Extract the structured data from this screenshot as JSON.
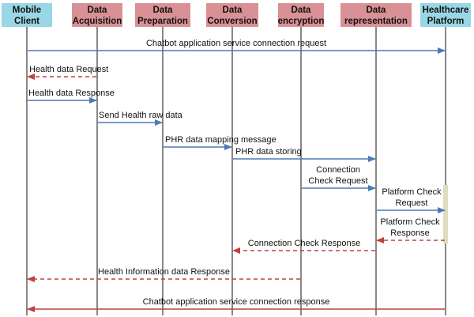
{
  "colors": {
    "header_blue": "#99d6e6",
    "header_red": "#d99195",
    "solid_arrow": "#4a7ab8",
    "dashed_arrow": "#c0413f",
    "lifeline": "#111111",
    "activation": "#e0dcc0"
  },
  "participants": [
    {
      "id": "mobile",
      "lines": [
        "Mobile",
        "Client"
      ],
      "style": "blue"
    },
    {
      "id": "acq",
      "lines": [
        "Data",
        "Acquisition"
      ],
      "style": "red"
    },
    {
      "id": "prep",
      "lines": [
        "Data",
        "Preparation"
      ],
      "style": "red"
    },
    {
      "id": "conv",
      "lines": [
        "Data",
        "Conversion"
      ],
      "style": "red"
    },
    {
      "id": "enc",
      "lines": [
        "Data",
        "encryption"
      ],
      "style": "red"
    },
    {
      "id": "rep",
      "lines": [
        "Data",
        "representation"
      ],
      "style": "red"
    },
    {
      "id": "hc",
      "lines": [
        "Healthcare",
        "Platform"
      ],
      "style": "blue"
    }
  ],
  "messages": [
    {
      "from": "mobile",
      "to": "hc",
      "lines": [
        "Chatbot application service connection request"
      ],
      "kind": "solid"
    },
    {
      "from": "acq",
      "to": "mobile",
      "lines": [
        "Health data Request"
      ],
      "kind": "dashed"
    },
    {
      "from": "mobile",
      "to": "acq",
      "lines": [
        "Health data Response"
      ],
      "kind": "solid"
    },
    {
      "from": "acq",
      "to": "prep",
      "lines": [
        "Send Health raw data"
      ],
      "kind": "solid"
    },
    {
      "from": "prep",
      "to": "conv",
      "lines": [
        "PHR data mapping message"
      ],
      "kind": "solid"
    },
    {
      "from": "conv",
      "to": "rep",
      "lines": [
        "PHR data storing"
      ],
      "kind": "solid"
    },
    {
      "from": "enc",
      "to": "rep",
      "lines": [
        "Connection",
        "Check Request"
      ],
      "kind": "solid"
    },
    {
      "from": "rep",
      "to": "hc",
      "lines": [
        "Platform Check",
        "Request"
      ],
      "kind": "solid"
    },
    {
      "from": "hc",
      "to": "rep",
      "lines": [
        "Platform Check",
        "Response"
      ],
      "kind": "dashed"
    },
    {
      "from": "rep",
      "to": "conv",
      "lines": [
        "Connection Check Response"
      ],
      "kind": "dashed"
    },
    {
      "from": "enc",
      "to": "mobile",
      "lines": [
        "Health Information data Response"
      ],
      "kind": "dashed"
    },
    {
      "from": "hc",
      "to": "mobile",
      "lines": [
        "Chatbot application service connection response"
      ],
      "kind": "solid_red"
    }
  ]
}
